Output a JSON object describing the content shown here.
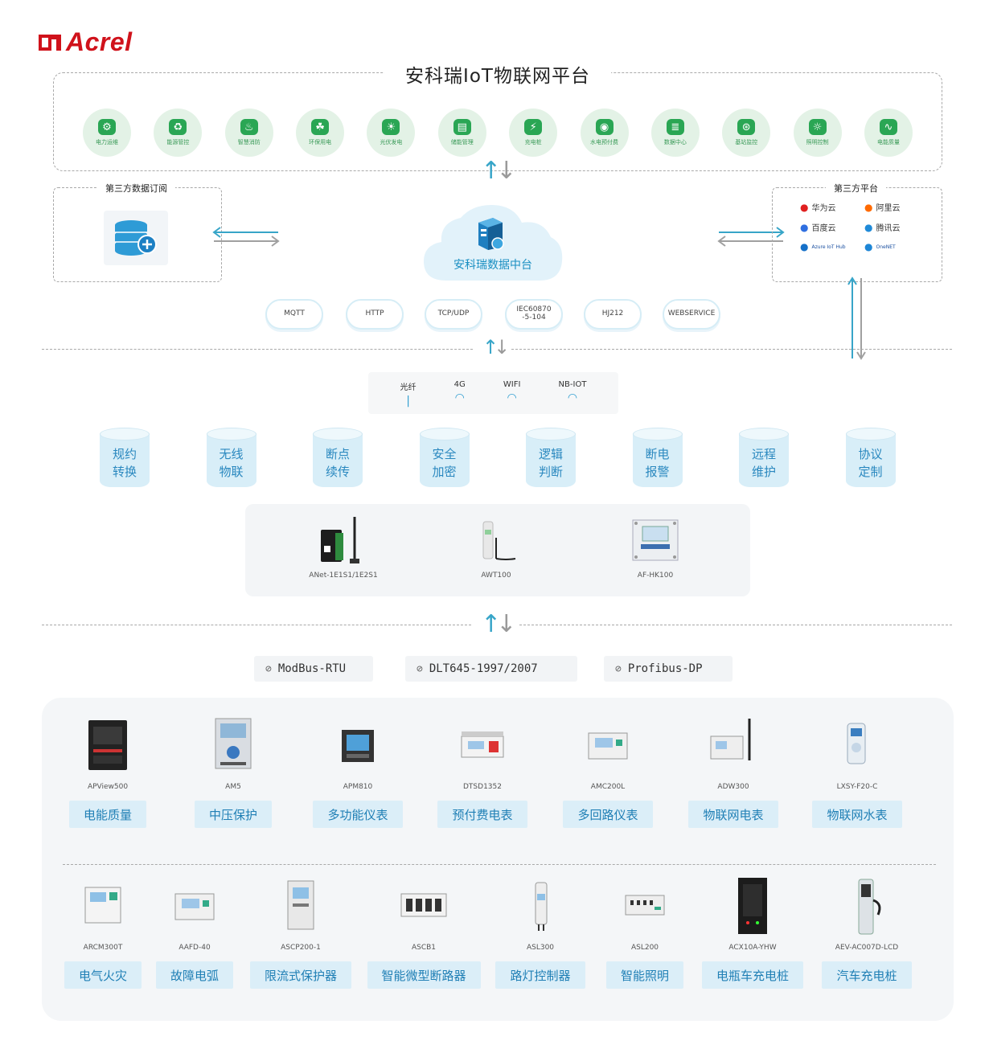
{
  "brand": {
    "name": "Acrel"
  },
  "platform": {
    "title": "安科瑞IoT物联网平台",
    "icons": [
      {
        "label": "电力运维",
        "icon": "power-ops-icon",
        "glyph": "⚙"
      },
      {
        "label": "能源管控",
        "icon": "energy-control-icon",
        "glyph": "♻"
      },
      {
        "label": "智慧消防",
        "icon": "fire-safety-icon",
        "glyph": "♨"
      },
      {
        "label": "环保用电",
        "icon": "eco-power-icon",
        "glyph": "☘"
      },
      {
        "label": "光伏发电",
        "icon": "solar-icon",
        "glyph": "☀"
      },
      {
        "label": "储能管理",
        "icon": "storage-icon",
        "glyph": "▤"
      },
      {
        "label": "充电桩",
        "icon": "charger-icon",
        "glyph": "⚡"
      },
      {
        "label": "水电预付费",
        "icon": "prepaid-icon",
        "glyph": "◉"
      },
      {
        "label": "数据中心",
        "icon": "datacenter-icon",
        "glyph": "≣"
      },
      {
        "label": "基站监控",
        "icon": "base-station-icon",
        "glyph": "⊛"
      },
      {
        "label": "照明控制",
        "icon": "lighting-icon",
        "glyph": "☼"
      },
      {
        "label": "电能质量",
        "icon": "power-quality-icon",
        "glyph": "∿"
      }
    ]
  },
  "third_party_sub": {
    "title": "第三方数据订阅"
  },
  "third_party_platform": {
    "title": "第三方平台",
    "items": [
      {
        "label": "华为云",
        "icon": "huawei-cloud-icon"
      },
      {
        "label": "阿里云",
        "icon": "aliyun-icon"
      },
      {
        "label": "百度云",
        "icon": "baidu-cloud-icon"
      },
      {
        "label": "腾讯云",
        "icon": "tencent-cloud-icon"
      },
      {
        "label": "Azure IoT Hub",
        "icon": "azure-icon"
      },
      {
        "label": "OneNET",
        "icon": "onenet-icon"
      }
    ]
  },
  "data_center": {
    "label": "安科瑞数据中台"
  },
  "protocols": [
    "MQTT",
    "HTTP",
    "TCP/UDP",
    "IEC60870\n-5-104",
    "HJ212",
    "WEBSERVICE"
  ],
  "networks": [
    {
      "label": "光纤",
      "icon": "fiber-icon"
    },
    {
      "label": "4G",
      "icon": "wifi-signal-icon"
    },
    {
      "label": "WIFI",
      "icon": "wifi-signal-icon"
    },
    {
      "label": "NB-IOT",
      "icon": "wifi-signal-icon"
    }
  ],
  "features": [
    {
      "line1": "规约",
      "line2": "转换"
    },
    {
      "line1": "无线",
      "line2": "物联"
    },
    {
      "line1": "断点",
      "line2": "续传"
    },
    {
      "line1": "安全",
      "line2": "加密"
    },
    {
      "line1": "逻辑",
      "line2": "判断"
    },
    {
      "line1": "断电",
      "line2": "报警"
    },
    {
      "line1": "远程",
      "line2": "维护"
    },
    {
      "line1": "协议",
      "line2": "定制"
    }
  ],
  "gateways": [
    {
      "model": "ANet-1E1S1/1E2S1"
    },
    {
      "model": "AWT100"
    },
    {
      "model": "AF-HK100"
    }
  ],
  "field_protocols": [
    "ModBus-RTU",
    "DLT645-1997/2007",
    "Profibus-DP"
  ],
  "devices_row1": [
    {
      "model": "APView500",
      "category": "电能质量"
    },
    {
      "model": "AM5",
      "category": "中压保护"
    },
    {
      "model": "APM810",
      "category": "多功能仪表"
    },
    {
      "model": "DTSD1352",
      "category": "预付费电表"
    },
    {
      "model": "AMC200L",
      "category": "多回路仪表"
    },
    {
      "model": "ADW300",
      "category": "物联网电表"
    },
    {
      "model": "LXSY-F20-C",
      "category": "物联网水表"
    }
  ],
  "devices_row2": [
    {
      "model": "ARCM300T",
      "category": "电气火灾"
    },
    {
      "model": "AAFD-40",
      "category": "故障电弧"
    },
    {
      "model": "ASCP200-1",
      "category": "限流式保护器"
    },
    {
      "model": "ASCB1",
      "category": "智能微型断路器"
    },
    {
      "model": "ASL300",
      "category": "路灯控制器"
    },
    {
      "model": "ASL200",
      "category": "智能照明"
    },
    {
      "model": "ACX10A-YHW",
      "category": "电瓶车充电桩"
    },
    {
      "model": "AEV-AC007D-LCD",
      "category": "汽车充电桩"
    }
  ],
  "colors": {
    "brand_red": "#d0121b",
    "accent_blue": "#37a5c8",
    "green": "#2aa654",
    "feature_bg": "#d8eef8"
  }
}
